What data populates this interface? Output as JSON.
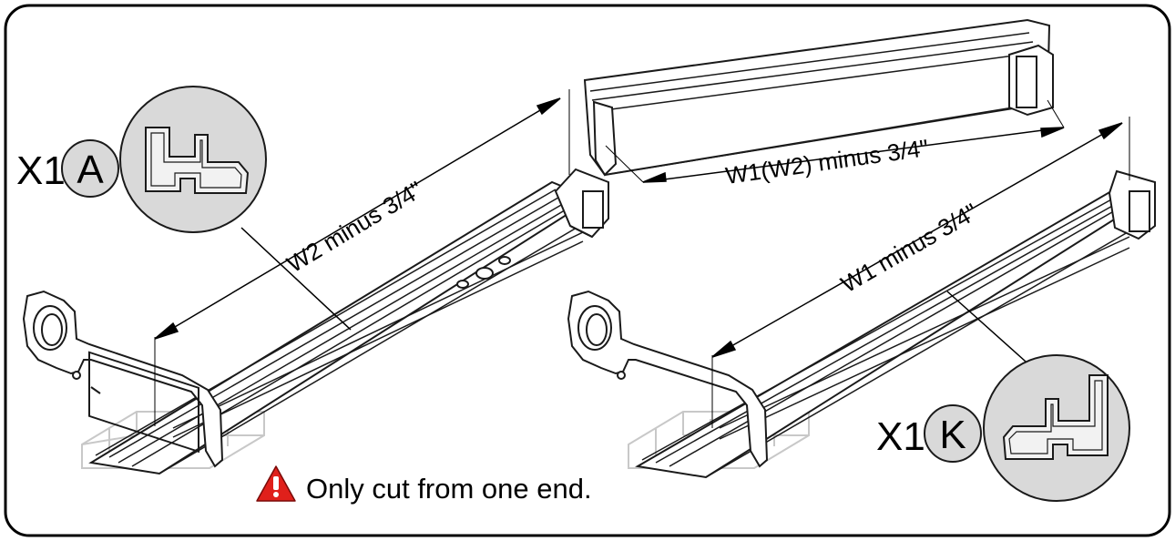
{
  "colors": {
    "frame": "#000000",
    "line": "#1a1a1a",
    "part_fill": "#ffffff",
    "ghost": "#c8c8c8",
    "callout_fill": "#d9d9d9",
    "warning_red": "#e0201b"
  },
  "left_assembly": {
    "quantity": "X1",
    "part_letter": "A",
    "dimension": "W2 minus 3/4\""
  },
  "right_assembly": {
    "quantity": "X1",
    "part_letter": "K",
    "dimension": "W1 minus 3/4\""
  },
  "top_rail": {
    "dimension": "W1(W2) minus 3/4\""
  },
  "warning": {
    "icon": "warning-triangle-icon",
    "text": "Only cut from one end."
  }
}
